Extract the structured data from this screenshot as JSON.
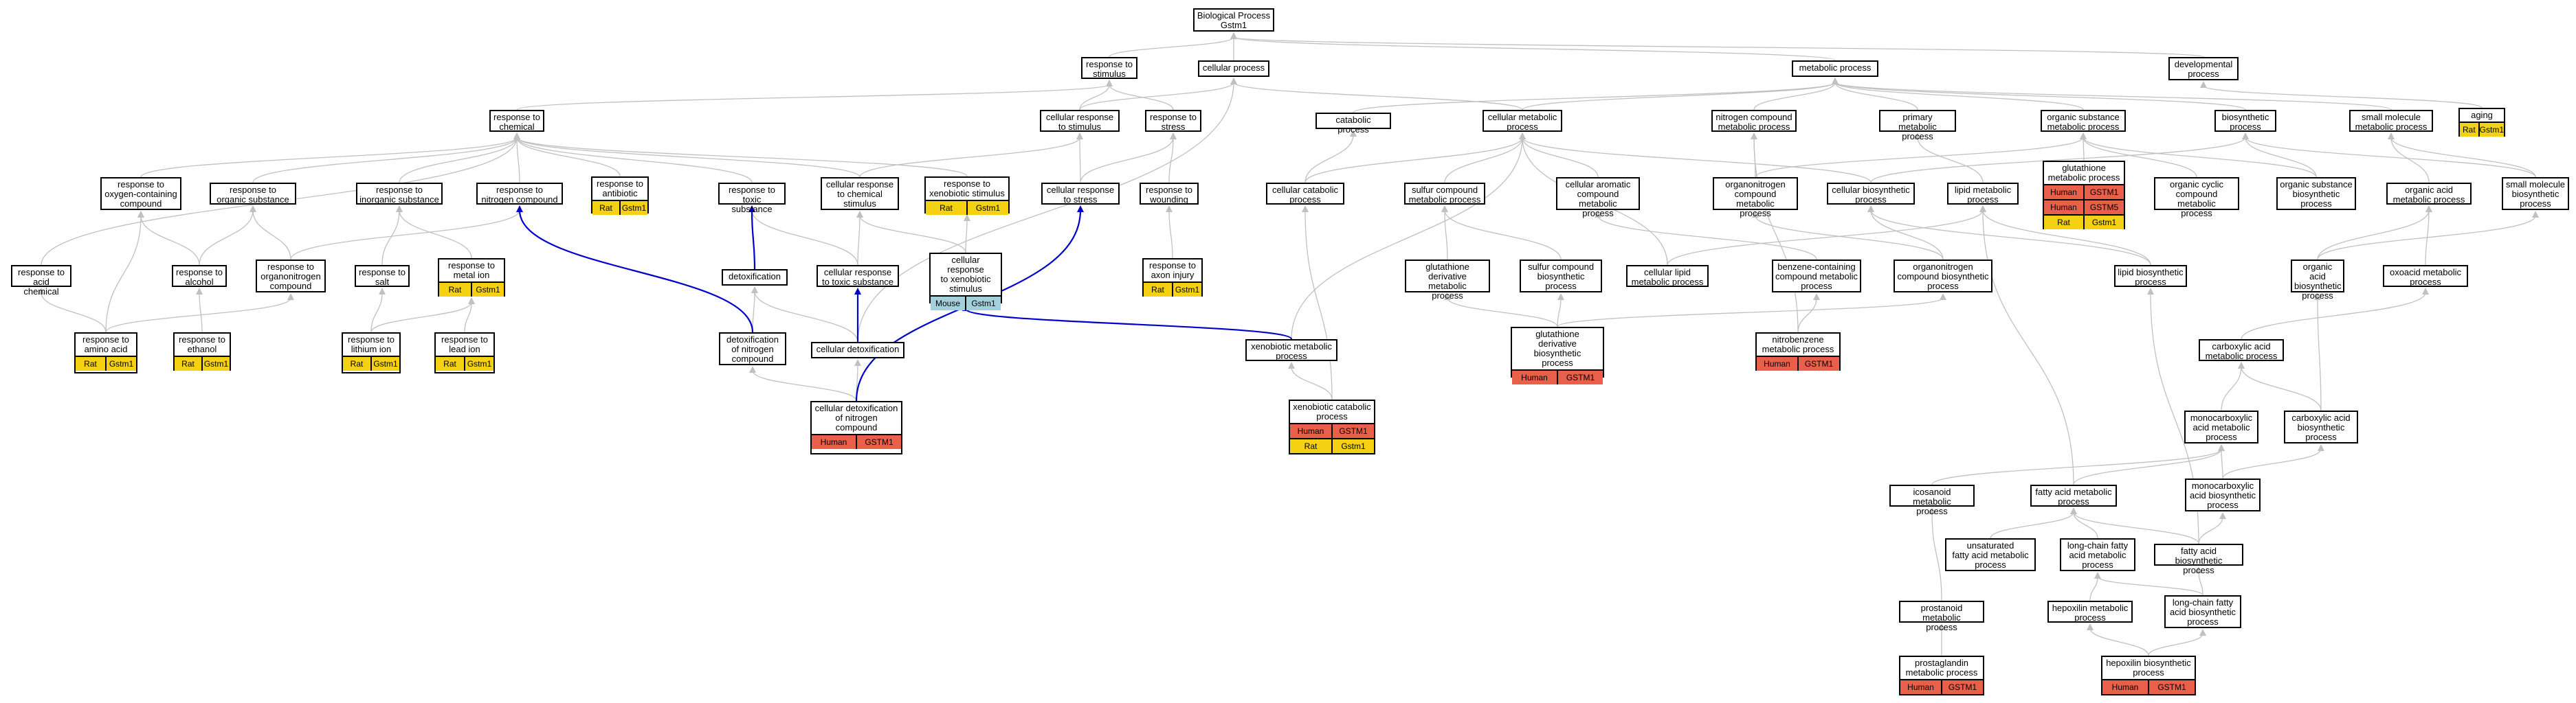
{
  "colors": {
    "edge_gray": "#c0c0c0",
    "edge_blue": "#0000cc",
    "human": "#e8604a",
    "rat": "#f5d113",
    "mouse": "#a4d0dc"
  },
  "nodes": {
    "root": "Biological Process\nGstm1",
    "resp_stim": "response to\nstimulus",
    "cell_proc": "cellular process",
    "metab_proc": "metabolic process",
    "dev_proc": "developmental\nprocess",
    "resp_chem": "response to\nchemical",
    "cell_resp_stim": "cellular response\nto stimulus",
    "resp_stress": "response to\nstress",
    "catab_proc": "catabolic process",
    "cell_metab": "cellular metabolic\nprocess",
    "nitro_metab": "nitrogen compound\nmetabolic process",
    "prim_metab": "primary metabolic\nprocess",
    "org_sub_metab": "organic substance\nmetabolic process",
    "biosyn": "biosynthetic\nprocess",
    "small_mol_metab": "small molecule\nmetabolic process",
    "aging": "aging",
    "resp_oxy": "response to\noxygen-containing\ncompound",
    "resp_org_sub": "response to\norganic substance",
    "resp_inorg": "response to\ninorganic substance",
    "resp_nitro": "response to\nnitrogen compound",
    "resp_antibiotic": "response to\nantibiotic",
    "resp_toxic": "response to\ntoxic substance",
    "cell_resp_chem": "cellular response\nto chemical\nstimulus",
    "resp_xeno": "response to\nxenobiotic stimulus",
    "cell_resp_stress": "cellular response\nto stress",
    "resp_wound": "response to\nwounding",
    "cell_catab": "cellular catabolic\nprocess",
    "sulfur_metab": "sulfur compound\nmetabolic process",
    "cell_arom": "cellular aromatic\ncompound metabolic\nprocess",
    "orgnitro_metab": "organonitrogen\ncompound metabolic\nprocess",
    "cell_biosyn": "cellular biosynthetic\nprocess",
    "lipid_metab": "lipid metabolic\nprocess",
    "glut_metab": "glutathione\nmetabolic process",
    "org_cyclic": "organic cyclic\ncompound metabolic\nprocess",
    "org_sub_biosyn": "organic substance\nbiosynthetic\nprocess",
    "org_acid_metab": "organic acid\nmetabolic process",
    "small_mol_biosyn": "small molecule\nbiosynthetic\nprocess",
    "resp_acid": "response to\nacid chemical",
    "resp_alcohol": "response to\nalcohol",
    "resp_orgnitro": "response to\norganonitrogen\ncompound",
    "resp_salt": "response to\nsalt",
    "resp_metal": "response to\nmetal ion",
    "detox": "detoxification",
    "cell_resp_toxic": "cellular response\nto toxic substance",
    "cell_resp_xeno": "cellular response\nto xenobiotic\nstimulus",
    "resp_axon": "response to\naxon injury",
    "glut_deriv_metab": "glutathione\nderivative metabolic\nprocess",
    "sulfur_biosyn": "sulfur compound\nbiosynthetic\nprocess",
    "cell_lipid": "cellular lipid\nmetabolic process",
    "benzene": "benzene-containing\ncompound metabolic\nprocess",
    "orgnitro_biosyn": "organonitrogen\ncompound biosynthetic\nprocess",
    "lipid_biosyn": "lipid biosynthetic\nprocess",
    "org_acid_biosyn": "organic acid\nbiosynthetic\nprocess",
    "oxoacid": "oxoacid metabolic\nprocess",
    "resp_amino": "response to\namino acid",
    "resp_ethanol": "response to\nethanol",
    "resp_lithium": "response to\nlithium ion",
    "resp_lead": "response to\nlead ion",
    "detox_nitro": "detoxification\nof nitrogen\ncompound",
    "cell_detox": "cellular detoxification",
    "xeno_metab": "xenobiotic metabolic\nprocess",
    "glut_deriv_biosyn": "glutathione\nderivative biosynthetic\nprocess",
    "nitrobenzene": "nitrobenzene\nmetabolic process",
    "carbox": "carboxylic acid\nmetabolic process",
    "cell_detox_nitro": "cellular detoxification\nof nitrogen\ncompound",
    "xeno_catab": "xenobiotic catabolic\nprocess",
    "monocarb_metab": "monocarboxylic\nacid metabolic\nprocess",
    "carbox_biosyn": "carboxylic acid\nbiosynthetic\nprocess",
    "monocarb_biosyn": "monocarboxylic\nacid biosynthetic\nprocess",
    "icosanoid": "icosanoid metabolic\nprocess",
    "fatty_acid": "fatty acid metabolic\nprocess",
    "unsat_fatty": "unsaturated\nfatty acid metabolic\nprocess",
    "long_chain": "long-chain fatty\nacid metabolic\nprocess",
    "fatty_biosyn": "fatty acid biosynthetic\nprocess",
    "prostanoid": "prostanoid metabolic\nprocess",
    "hepoxilin": "hepoxilin metabolic\nprocess",
    "long_chain_biosyn": "long-chain fatty\nacid biosynthetic\nprocess",
    "prostaglandin": "prostaglandin\nmetabolic process",
    "hepoxilin_biosyn": "hepoxilin biosynthetic\nprocess"
  },
  "annotations": {
    "aging": [
      [
        "Rat",
        "Gstm1"
      ]
    ],
    "resp_antibiotic": [
      [
        "Rat",
        "Gstm1"
      ]
    ],
    "resp_xeno": [
      [
        "Rat",
        "Gstm1"
      ]
    ],
    "glut_metab": [
      [
        "Human",
        "GSTM1"
      ],
      [
        "Human",
        "GSTM5"
      ],
      [
        "Rat",
        "Gstm1"
      ]
    ],
    "resp_metal": [
      [
        "Rat",
        "Gstm1"
      ]
    ],
    "cell_resp_xeno": [
      [
        "Mouse",
        "Gstm1"
      ]
    ],
    "resp_axon": [
      [
        "Rat",
        "Gstm1"
      ]
    ],
    "resp_amino": [
      [
        "Rat",
        "Gstm1"
      ]
    ],
    "resp_ethanol": [
      [
        "Rat",
        "Gstm1"
      ]
    ],
    "resp_lithium": [
      [
        "Rat",
        "Gstm1"
      ]
    ],
    "resp_lead": [
      [
        "Rat",
        "Gstm1"
      ]
    ],
    "glut_deriv_biosyn": [
      [
        "Human",
        "GSTM1"
      ]
    ],
    "nitrobenzene": [
      [
        "Human",
        "GSTM1"
      ]
    ],
    "cell_detox_nitro": [
      [
        "Human",
        "GSTM1"
      ]
    ],
    "xeno_catab": [
      [
        "Human",
        "GSTM1"
      ],
      [
        "Rat",
        "Gstm1"
      ]
    ],
    "prostaglandin": [
      [
        "Human",
        "GSTM1"
      ]
    ],
    "hepoxilin_biosyn": [
      [
        "Human",
        "GSTM1"
      ]
    ]
  }
}
